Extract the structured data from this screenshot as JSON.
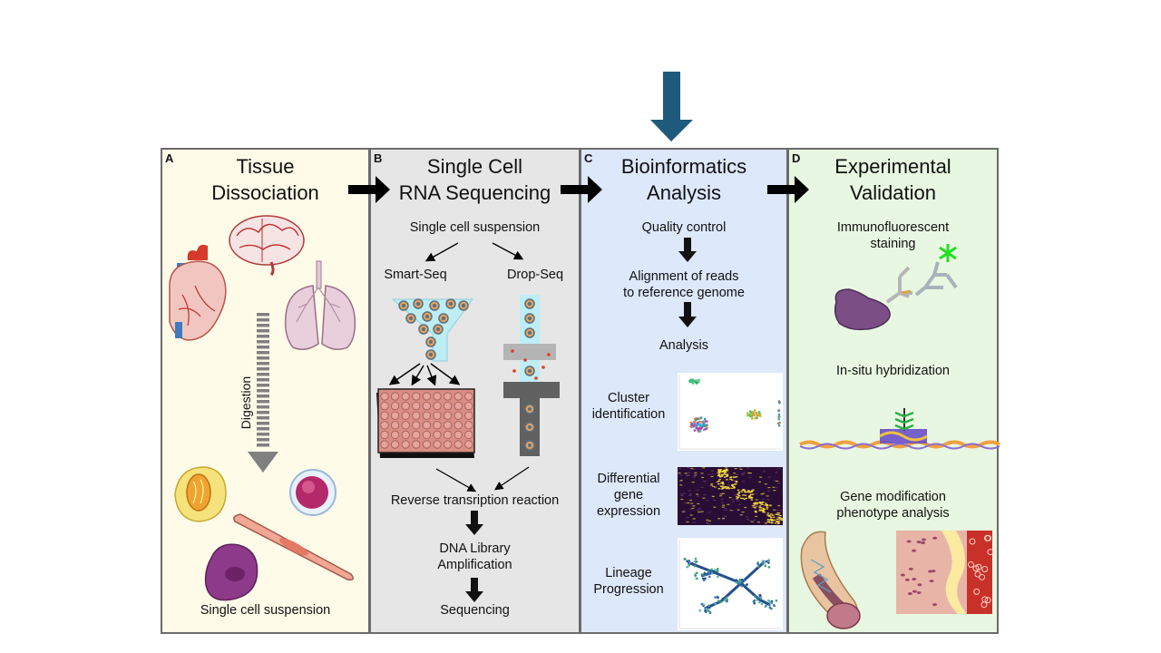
{
  "panels": {
    "a": {
      "letter": "A",
      "title": [
        "Tissue",
        "Dissociation"
      ],
      "digestion": "Digestion",
      "bottom": "Single cell suspension"
    },
    "b": {
      "letter": "B",
      "title": [
        "Single Cell",
        "RNA Sequencing"
      ],
      "suspension": "Single cell suspension",
      "smart_seq": "Smart-Seq",
      "drop_seq": "Drop-Seq",
      "reverse": "Reverse transription reaction",
      "library": [
        "DNA Library",
        "Amplification"
      ],
      "sequencing": "Sequencing"
    },
    "c": {
      "letter": "C",
      "title": [
        "Bioinformatics",
        "Analysis"
      ],
      "qc": "Quality control",
      "alignment": [
        "Alignment of reads",
        "to reference genome"
      ],
      "analysis": "Analysis",
      "cluster": [
        "Cluster",
        "identification"
      ],
      "differential": [
        "Differential",
        "gene",
        "expression"
      ],
      "lineage": [
        "Lineage",
        "Progression"
      ]
    },
    "d": {
      "letter": "D",
      "title": [
        "Experimental",
        "Validation"
      ],
      "immuno": [
        "Immunofluorescent",
        "staining"
      ],
      "insitu": "In-situ hybridization",
      "gene_mod": [
        "Gene modification",
        "phenotype analysis"
      ]
    }
  },
  "colors": {
    "panel_a": "#fefbe9",
    "panel_b": "#e6e6e6",
    "panel_c": "#dde8fb",
    "panel_d": "#e8f7e1",
    "top_arrow": "#1d5a7c",
    "flow_arrow": "#000000"
  },
  "icons": [
    "heart-icon",
    "brain-icon",
    "lungs-icon",
    "cell-icon",
    "well-plate-icon",
    "microfluidic-chip-icon",
    "umap-plot-icon",
    "heatmap-icon",
    "trajectory-plot-icon",
    "antibody-icon",
    "dna-probe-icon",
    "vessel-icon"
  ]
}
